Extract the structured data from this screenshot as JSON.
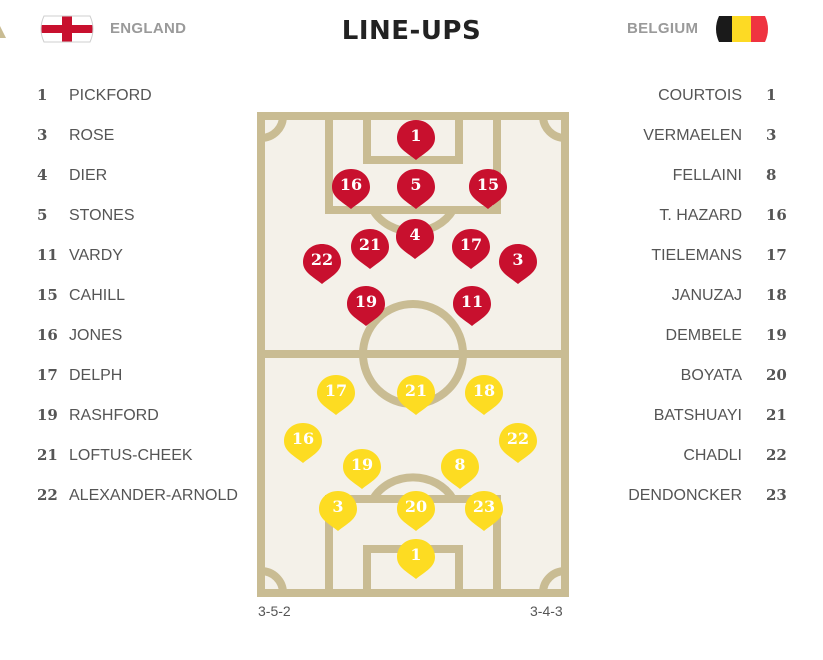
{
  "header": {
    "title": "LINE-UPS",
    "home_team": "ENGLAND",
    "away_team": "BELGIUM"
  },
  "colors": {
    "home": "#c8102e",
    "away": "#fddc22",
    "pitch_lines": "#c9bc93",
    "pitch_bg": "#f4f1e9"
  },
  "icons": {
    "home_flag": "england-flag",
    "away_flag": "belgium-flag"
  },
  "home_lineup": [
    {
      "number": "1",
      "name": "PICKFORD"
    },
    {
      "number": "3",
      "name": "ROSE"
    },
    {
      "number": "4",
      "name": "DIER"
    },
    {
      "number": "5",
      "name": "STONES"
    },
    {
      "number": "11",
      "name": "VARDY"
    },
    {
      "number": "15",
      "name": "CAHILL"
    },
    {
      "number": "16",
      "name": "JONES"
    },
    {
      "number": "17",
      "name": "DELPH"
    },
    {
      "number": "19",
      "name": "RASHFORD"
    },
    {
      "number": "21",
      "name": "LOFTUS-CHEEK"
    },
    {
      "number": "22",
      "name": "ALEXANDER-ARNOLD"
    }
  ],
  "away_lineup": [
    {
      "name": "COURTOIS",
      "number": "1"
    },
    {
      "name": "VERMAELEN",
      "number": "3"
    },
    {
      "name": "FELLAINI",
      "number": "8"
    },
    {
      "name": "T. HAZARD",
      "number": "16"
    },
    {
      "name": "TIELEMANS",
      "number": "17"
    },
    {
      "name": "JANUZAJ",
      "number": "18"
    },
    {
      "name": "DEMBELE",
      "number": "19"
    },
    {
      "name": "BOYATA",
      "number": "20"
    },
    {
      "name": "BATSHUAYI",
      "number": "21"
    },
    {
      "name": "CHADLI",
      "number": "22"
    },
    {
      "name": "DENDONCKER",
      "number": "23"
    }
  ],
  "pitch": {
    "home_markers": [
      "1",
      "16",
      "5",
      "15",
      "4",
      "21",
      "17",
      "22",
      "3",
      "19",
      "11"
    ],
    "away_markers": [
      "17",
      "21",
      "18",
      "16",
      "22",
      "19",
      "8",
      "3",
      "20",
      "23",
      "1"
    ]
  },
  "formations": {
    "home": "3-5-2",
    "away": "3-4-3"
  }
}
